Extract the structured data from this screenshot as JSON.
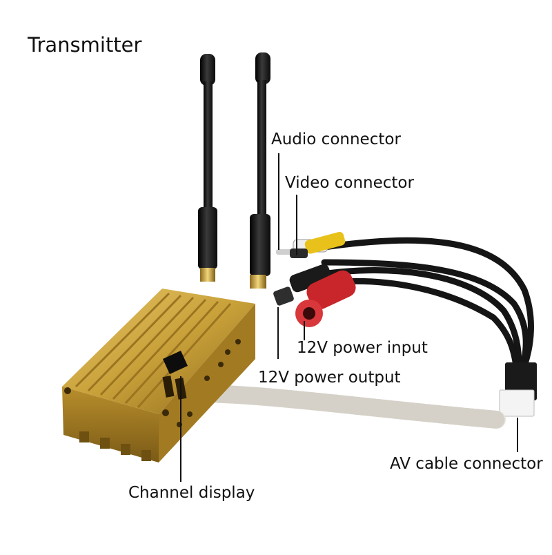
{
  "title": "Transmitter",
  "labels": {
    "audio": "Audio connector",
    "video": "Video connector",
    "power_in": "12V power input",
    "power_out": "12V power output",
    "av_cable": "AV cable connector",
    "channel": "Channel display"
  },
  "colors": {
    "housing": "#c9a13a",
    "antenna": "#1c1c1c",
    "cable": "#151515",
    "braided_sleeve": "#e6e3dc",
    "audio_plug": "#eeeeee",
    "video_plug": "#e8c21a",
    "power_jack": "#c8262b"
  }
}
